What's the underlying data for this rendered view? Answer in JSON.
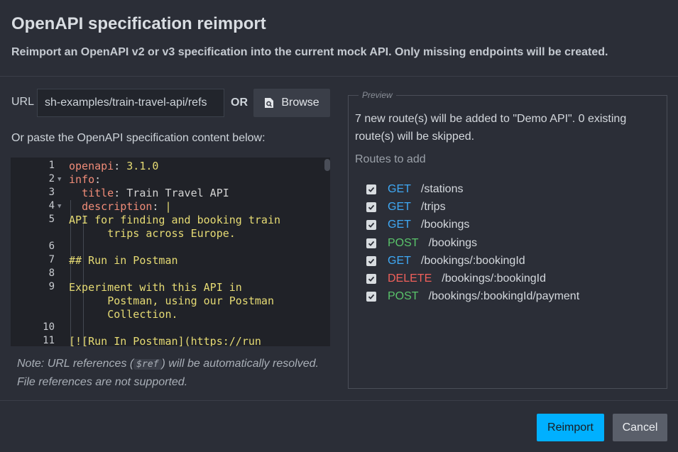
{
  "dialog": {
    "title": "OpenAPI specification reimport",
    "subtitle": "Reimport an OpenAPI v2 or v3 specification into the current mock API. Only missing endpoints will be created."
  },
  "url": {
    "label": "URL",
    "value": "sh-examples/train-travel-api/refs",
    "or": "OR",
    "browse_label": "Browse"
  },
  "paste_label": "Or paste the OpenAPI specification content below:",
  "editor": {
    "lines": [
      {
        "n": "1",
        "text": ""
      },
      {
        "n": "2",
        "text": ""
      },
      {
        "n": "3",
        "text": ""
      },
      {
        "n": "4",
        "text": ""
      },
      {
        "n": "5",
        "text": ""
      },
      {
        "n": "6",
        "text": ""
      },
      {
        "n": "7",
        "text": ""
      },
      {
        "n": "8",
        "text": ""
      },
      {
        "n": "9",
        "text": ""
      },
      {
        "n": "10",
        "text": ""
      },
      {
        "n": "11",
        "text": ""
      }
    ],
    "c1k": "openapi",
    "c1v": "3.1.0",
    "c2k": "info",
    "c3k": "title",
    "c3v": "Train Travel API",
    "c4k": "description",
    "c4v": "|",
    "c5a": "API for finding and booking train",
    "c5b": "trips across Europe.",
    "c7": "## Run in Postman",
    "c9a": "Experiment with this API in",
    "c9b": "Postman, using our Postman",
    "c9c": "Collection.",
    "c11": "[![Run In Postman](https://run"
  },
  "note": {
    "before": "Note: URL references (",
    "code": "$ref",
    "after": ") will be automatically resolved.",
    "line2": "File references are not supported."
  },
  "preview": {
    "legend": "Preview",
    "summary": "7 new route(s) will be added to \"Demo API\". 0 existing route(s) will be skipped.",
    "routes_label": "Routes to add",
    "routes": [
      {
        "method": "GET",
        "path": "/stations"
      },
      {
        "method": "GET",
        "path": "/trips"
      },
      {
        "method": "GET",
        "path": "/bookings"
      },
      {
        "method": "POST",
        "path": "/bookings"
      },
      {
        "method": "GET",
        "path": "/bookings/:bookingId"
      },
      {
        "method": "DELETE",
        "path": "/bookings/:bookingId"
      },
      {
        "method": "POST",
        "path": "/bookings/:bookingId/payment"
      }
    ]
  },
  "colors": {
    "get": "#3fa9f5",
    "post": "#59c36a",
    "delete": "#f0605a",
    "primary": "#00b0ff"
  },
  "footer": {
    "reimport_label": "Reimport",
    "cancel_label": "Cancel"
  }
}
